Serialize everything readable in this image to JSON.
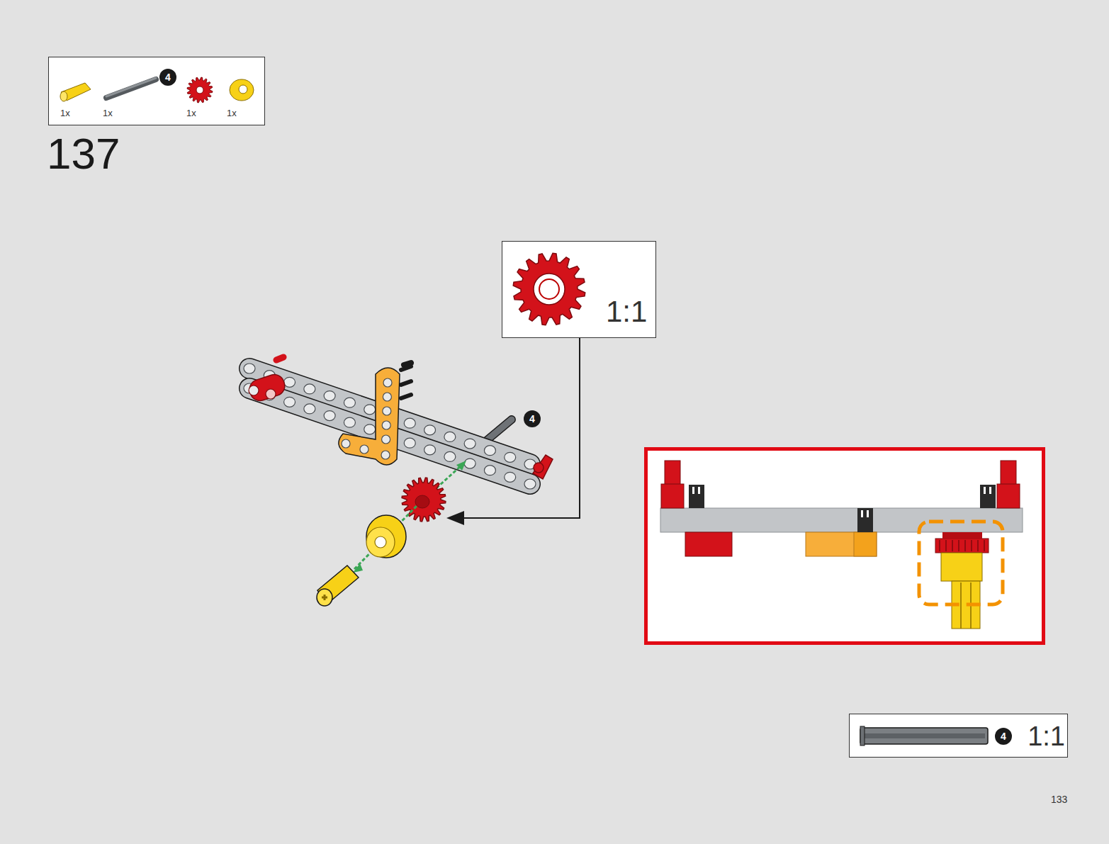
{
  "diagram": {
    "nodes": [
      {
        "text": [
          "1x",
          "1x",
          "1x",
          "1x"
        ]
      },
      {
        "text": [
          "4"
        ],
        "in": 0
      },
      {
        "text": [
          "4"
        ]
      },
      {
        "text": [
          "1:1"
        ]
      },
      {
        "text": [
          "1:1"
        ]
      },
      {
        "text": [
          "4"
        ],
        "in": 4
      }
    ],
    "labels": [
      "137",
      "133"
    ]
  }
}
